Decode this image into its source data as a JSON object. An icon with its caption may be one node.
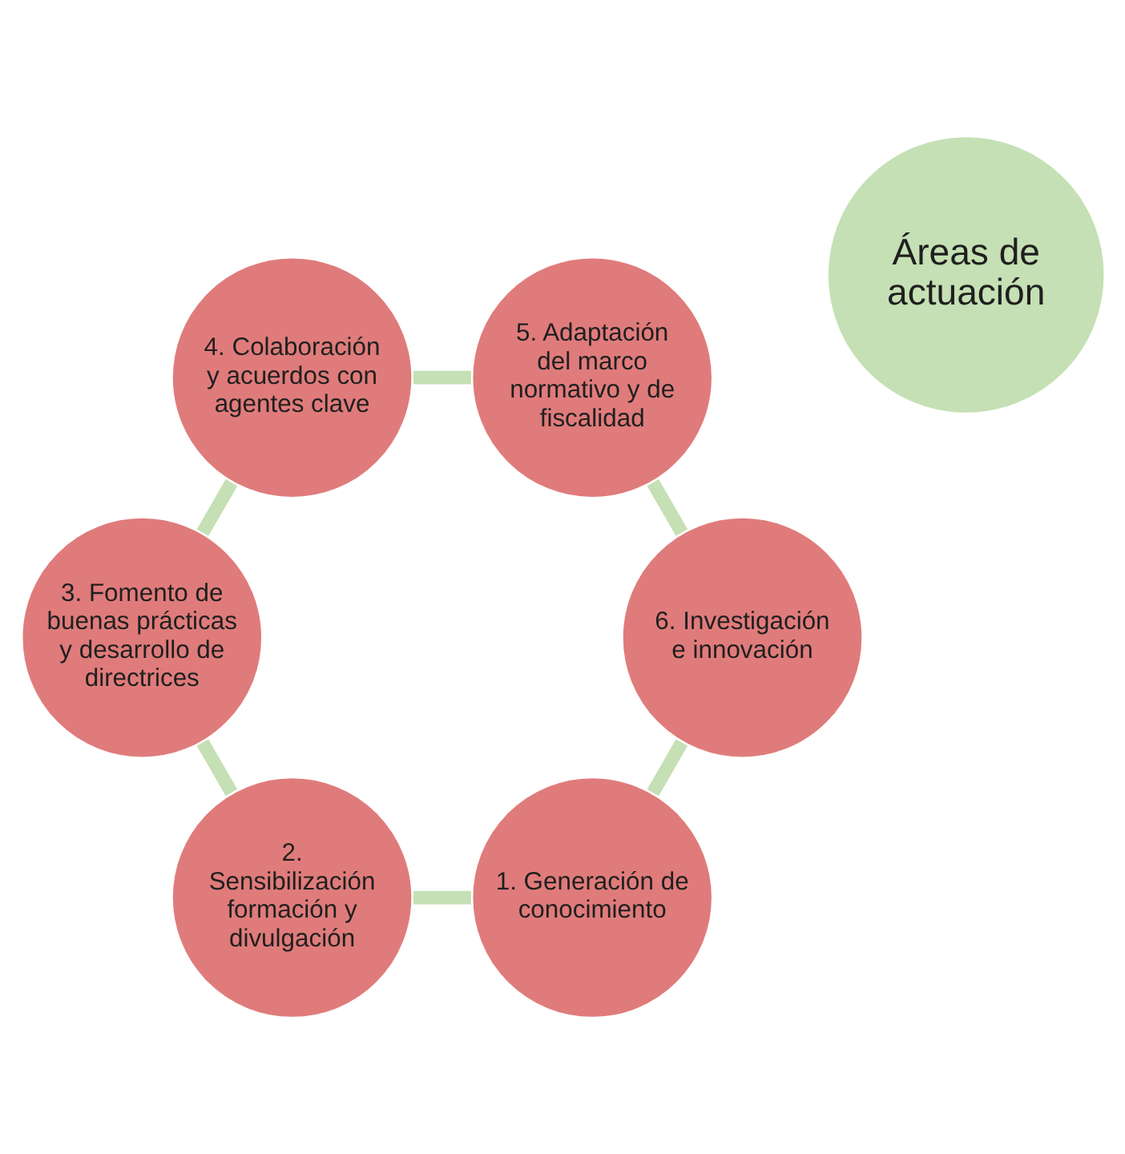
{
  "diagram": {
    "nodes": [
      {
        "text": [
          "Áreas de actuación"
        ]
      },
      {
        "text": [
          "1. Generación de conocimiento"
        ]
      },
      {
        "text": [
          "2. Sensibilización formación y divulgación"
        ]
      },
      {
        "text": [
          "3. Fomento de buenas prácticas y desarrollo de directrices"
        ]
      },
      {
        "text": [
          "4. Colaboración y acuerdos con agentes clave"
        ]
      },
      {
        "text": [
          "5. Adaptación del marco normativo y de fiscalidad"
        ]
      },
      {
        "text": [
          "6. Investigación e innovación"
        ]
      }
    ],
    "edges": [
      {
        "from": 1,
        "to": 2,
        "arrow": "none"
      },
      {
        "from": 2,
        "to": 3,
        "arrow": "none"
      },
      {
        "from": 3,
        "to": 4,
        "arrow": "none"
      },
      {
        "from": 4,
        "to": 5,
        "arrow": "none"
      },
      {
        "from": 5,
        "to": 6,
        "arrow": "none"
      },
      {
        "from": 6,
        "to": 1,
        "arrow": "none"
      }
    ]
  }
}
